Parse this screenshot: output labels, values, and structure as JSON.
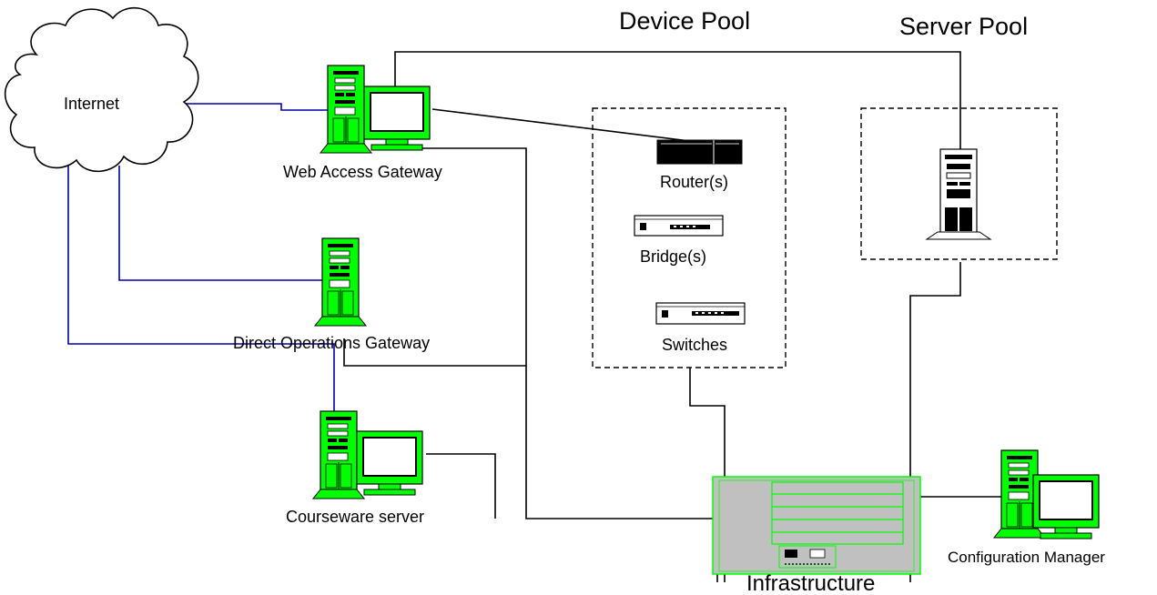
{
  "pools": {
    "device_pool_title": "Device Pool",
    "server_pool_title": "Server Pool"
  },
  "nodes": {
    "internet": "Internet",
    "web_access_gateway": "Web Access Gateway",
    "direct_operations_gateway": "Direct Operations Gateway",
    "courseware_server": "Courseware server",
    "routers": "Router(s)",
    "bridges": "Bridge(s)",
    "switches": "Switches",
    "infrastructure": "Infrastructure",
    "configuration_manager": "Configuration Manager"
  },
  "colors": {
    "device_fill": "#00ff00",
    "internet_link": "#0000aa",
    "wire": "#000000",
    "chassis": "#c0c0c0"
  }
}
